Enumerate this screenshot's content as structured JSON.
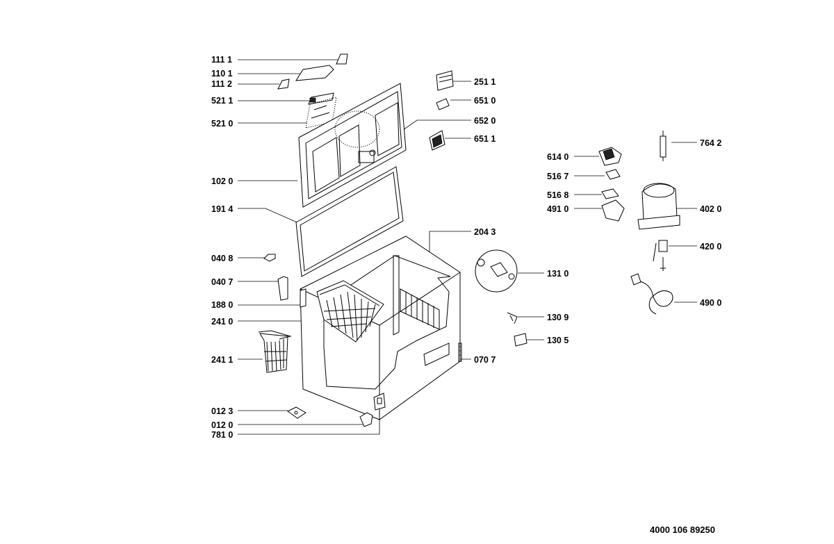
{
  "labels": {
    "l1111": "111 1",
    "l1101": "110 1",
    "l1112": "111 2",
    "l5211": "521 1",
    "l5210": "521 0",
    "l1020": "102 0",
    "l1914": "191 4",
    "l0408": "040 8",
    "l0407": "040 7",
    "l1880": "188 0",
    "l2410": "241 0",
    "l2411": "241 1",
    "l0123": "012 3",
    "l0120": "012 0",
    "l7810": "781 0",
    "l2511": "251 1",
    "l6510": "651 0",
    "l6520": "652 0",
    "l6511": "651 1",
    "l2043": "204 3",
    "l1310": "131 0",
    "l1309": "130 9",
    "l1305": "130 5",
    "l0707": "070 7",
    "l6140": "614 0",
    "l5167": "516 7",
    "l5168": "516 8",
    "l4910": "491 0",
    "l7642": "764 2",
    "l4020": "402 0",
    "l4200": "420 0",
    "l4900": "490 0"
  },
  "document_number": "4000 106 89250"
}
